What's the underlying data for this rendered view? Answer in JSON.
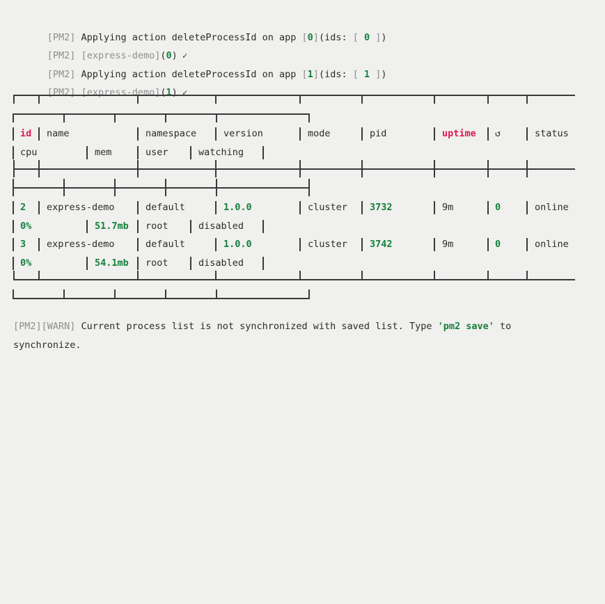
{
  "terminal": {
    "program": "pm2",
    "background_color": "#f0f0ee",
    "text_color": "#2b2b2b",
    "accent_green": "#1a7f43",
    "accent_crimson": "#d81b52",
    "accent_gray": "#8e8e8e"
  },
  "log_lines": [
    {
      "tag": "[PM2]",
      "parts": [
        {
          "text": " Applying action deleteProcessId on app ",
          "style": "plain"
        },
        {
          "text": "[",
          "style": "bracket"
        },
        {
          "text": "0",
          "style": "green"
        },
        {
          "text": "]",
          "style": "bracket"
        },
        {
          "text": "(ids: ",
          "style": "plain"
        },
        {
          "text": "[",
          "style": "bracket"
        },
        {
          "text": " 0 ",
          "style": "green"
        },
        {
          "text": "]",
          "style": "bracket"
        },
        {
          "text": ")",
          "style": "plain"
        }
      ]
    },
    {
      "tag": "[PM2]",
      "parts": [
        {
          "text": " ",
          "style": "plain"
        },
        {
          "text": "[express-demo]",
          "style": "bracket"
        },
        {
          "text": "(",
          "style": "plain"
        },
        {
          "text": "0",
          "style": "green"
        },
        {
          "text": ")",
          "style": "plain"
        },
        {
          "text": " ✓",
          "style": "check"
        }
      ]
    },
    {
      "tag": "[PM2]",
      "parts": [
        {
          "text": " Applying action deleteProcessId on app ",
          "style": "plain"
        },
        {
          "text": "[",
          "style": "bracket"
        },
        {
          "text": "1",
          "style": "green"
        },
        {
          "text": "]",
          "style": "bracket"
        },
        {
          "text": "(ids: ",
          "style": "plain"
        },
        {
          "text": "[",
          "style": "bracket"
        },
        {
          "text": " 1 ",
          "style": "green"
        },
        {
          "text": "]",
          "style": "bracket"
        },
        {
          "text": ")",
          "style": "plain"
        }
      ]
    },
    {
      "tag": "[PM2]",
      "parts": [
        {
          "text": " ",
          "style": "plain"
        },
        {
          "text": "[express-demo]",
          "style": "bracket"
        },
        {
          "text": "(",
          "style": "plain"
        },
        {
          "text": "1",
          "style": "green"
        },
        {
          "text": ")",
          "style": "plain"
        },
        {
          "text": " ✓",
          "style": "check"
        }
      ]
    }
  ],
  "process_table": {
    "headers_line1": [
      {
        "label": "id",
        "style": "crimson"
      },
      {
        "label": "name",
        "style": "plain"
      },
      {
        "label": "namespace",
        "style": "plain"
      },
      {
        "label": "version",
        "style": "plain"
      },
      {
        "label": "mode",
        "style": "plain"
      },
      {
        "label": "pid",
        "style": "plain"
      },
      {
        "label": "uptime",
        "style": "crimson"
      },
      {
        "label": "↺",
        "style": "rot"
      },
      {
        "label": "status",
        "style": "plain"
      }
    ],
    "headers_line2": [
      {
        "label": "cpu",
        "style": "plain"
      },
      {
        "label": "mem",
        "style": "plain"
      },
      {
        "label": "user",
        "style": "plain"
      },
      {
        "label": "watching",
        "style": "plain"
      }
    ],
    "rows": [
      {
        "id": "2",
        "name": "express-demo",
        "namespace": "default",
        "version": "1.0.0",
        "mode": "cluster",
        "pid": "3732",
        "uptime": "9m",
        "restarts": "0",
        "status": "online",
        "cpu": "0%",
        "mem": "51.7mb",
        "user": "root",
        "watching": "disabled"
      },
      {
        "id": "3",
        "name": "express-demo",
        "namespace": "default",
        "version": "1.0.0",
        "mode": "cluster",
        "pid": "3742",
        "uptime": "9m",
        "restarts": "0",
        "status": "online",
        "cpu": "0%",
        "mem": "54.1mb",
        "user": "root",
        "watching": "disabled"
      }
    ]
  },
  "warning": {
    "tag": "[PM2][WARN]",
    "text_before": " Current process list is not synchronized with saved list. Type ",
    "command": "'pm2 save'",
    "text_after": " to",
    "continuation": "synchronize."
  }
}
